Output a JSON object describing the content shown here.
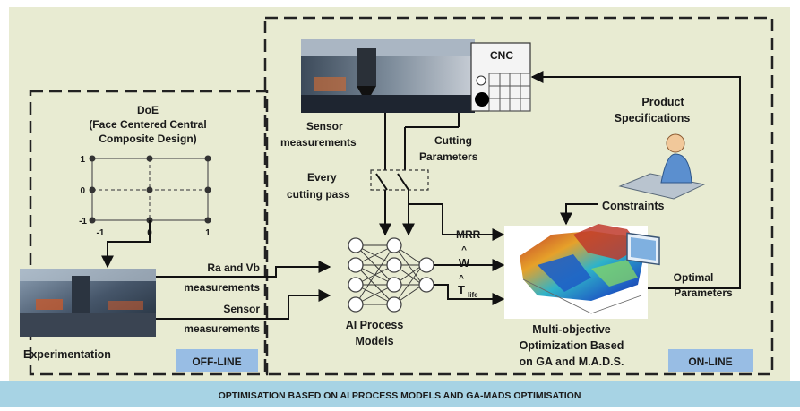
{
  "doe": {
    "title": "DoE",
    "subtitle_line1": "(Face Centered Central",
    "subtitle_line2": "Composite Design)",
    "grid_ticks": {
      "y_top": "1",
      "y_mid": "0",
      "y_bottom": "-1",
      "x_left": "-1",
      "x_mid": "0",
      "x_right": "1"
    }
  },
  "offline": {
    "experimentation_label": "Experimentation",
    "badge": "OFF-LINE",
    "ra_vb_line1": "Ra and Vb",
    "ra_vb_line2": "measurements",
    "sensor_line1": "Sensor",
    "sensor_line2": "measurements"
  },
  "online": {
    "cnc_label": "CNC",
    "sensor_line1": "Sensor",
    "sensor_line2": "measurements",
    "cutting_line1": "Cutting",
    "cutting_line2": "Parameters",
    "every_line1": "Every",
    "every_line2": "cutting pass",
    "product_line1": "Product",
    "product_line2": "Specifications",
    "constraints": "Constraints",
    "optimal_line1": "Optimal",
    "optimal_line2": "Parameters",
    "badge": "ON-LINE"
  },
  "ai": {
    "label_line1": "AI Process",
    "label_line2": "Models",
    "out_mrr": "MRR",
    "out_w": "W",
    "out_t": "T",
    "out_t_sub": "life"
  },
  "mo": {
    "line1": "Multi-objective",
    "line2": "Optimization Based",
    "line3": "on GA and M.A.D.S."
  },
  "footer": {
    "text": "OPTIMISATION BASED ON AI PROCESS MODELS AND GA-MADS OPTIMISATION"
  },
  "colors": {
    "panel": "#e8ebd2",
    "footer": "#a7d3e4",
    "badge": "#98bde4"
  }
}
